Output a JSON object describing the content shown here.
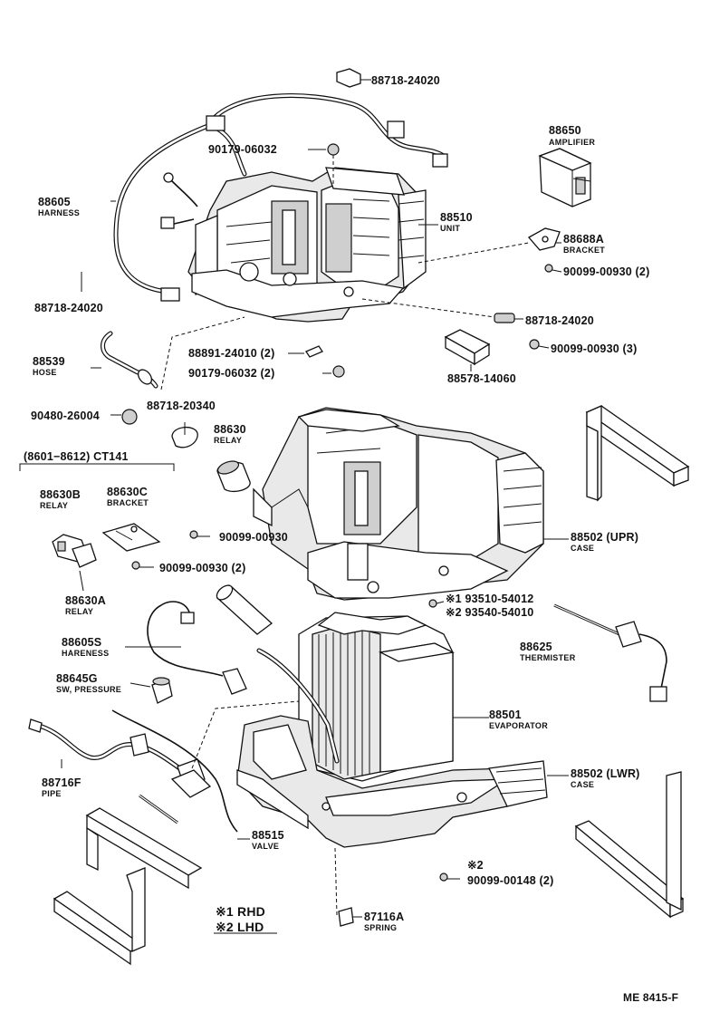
{
  "labels": [
    {
      "id": "p88718a",
      "number": "88718-24020"
    },
    {
      "id": "p90179a",
      "number": "90179-06032"
    },
    {
      "id": "p88650",
      "number": "88650",
      "sub": "AMPLIFIER"
    },
    {
      "id": "p88605",
      "number": "88605",
      "sub": "HARNESS"
    },
    {
      "id": "p88510",
      "number": "88510",
      "sub": "UNIT"
    },
    {
      "id": "p88688a",
      "number": "88688A",
      "sub": "BRACKET"
    },
    {
      "id": "p90099a",
      "number": "90099-00930 (2)"
    },
    {
      "id": "p88718b",
      "number": "88718-24020"
    },
    {
      "id": "p88718c",
      "number": "88718-24020"
    },
    {
      "id": "p88539",
      "number": "88539",
      "sub": "HOSE"
    },
    {
      "id": "p88891",
      "number": "88891-24010 (2)"
    },
    {
      "id": "p90099b",
      "number": "90099-00930 (3)"
    },
    {
      "id": "p90179b",
      "number": "90179-06032 (2)"
    },
    {
      "id": "p88578",
      "number": "88578-14060"
    },
    {
      "id": "p90480",
      "number": "90480-26004"
    },
    {
      "id": "p88718d",
      "number": "88718-20340"
    },
    {
      "id": "p88630",
      "number": "88630",
      "sub": "RELAY"
    },
    {
      "id": "pgroup",
      "number": "(8601−8612)  CT141"
    },
    {
      "id": "p88630b",
      "number": "88630B",
      "sub": "RELAY"
    },
    {
      "id": "p88630c",
      "number": "88630C",
      "sub": "BRACKET"
    },
    {
      "id": "p90099c",
      "number": "90099-00930"
    },
    {
      "id": "p88502u",
      "number": "88502 (UPR)",
      "sub": "CASE"
    },
    {
      "id": "p90099d",
      "number": "90099-00930 (2)"
    },
    {
      "id": "p88630a",
      "number": "88630A",
      "sub": "RELAY"
    },
    {
      "id": "p93510",
      "number": "※1 93510-54012"
    },
    {
      "id": "p93540",
      "number": "※2 93540-54010"
    },
    {
      "id": "p88605s",
      "number": "88605S",
      "sub": "HARENESS"
    },
    {
      "id": "p88625",
      "number": "88625",
      "sub": "THERMISTER"
    },
    {
      "id": "p88645g",
      "number": "88645G",
      "sub": "SW, PRESSURE"
    },
    {
      "id": "p88501",
      "number": "88501",
      "sub": "EVAPORATOR"
    },
    {
      "id": "p88716f",
      "number": "88716F",
      "sub": "PIPE"
    },
    {
      "id": "p88502l",
      "number": "88502 (LWR)",
      "sub": "CASE"
    },
    {
      "id": "p88515",
      "number": "88515",
      "sub": "VALVE"
    },
    {
      "id": "p90099e",
      "number": "※2",
      "sub": "90099-00148 (2)"
    },
    {
      "id": "p87116a",
      "number": "87116A",
      "sub": "SPRING"
    }
  ],
  "legend": {
    "line1": "※1 RHD",
    "line2": "※2 LHD"
  },
  "code": "ME 8415-F"
}
